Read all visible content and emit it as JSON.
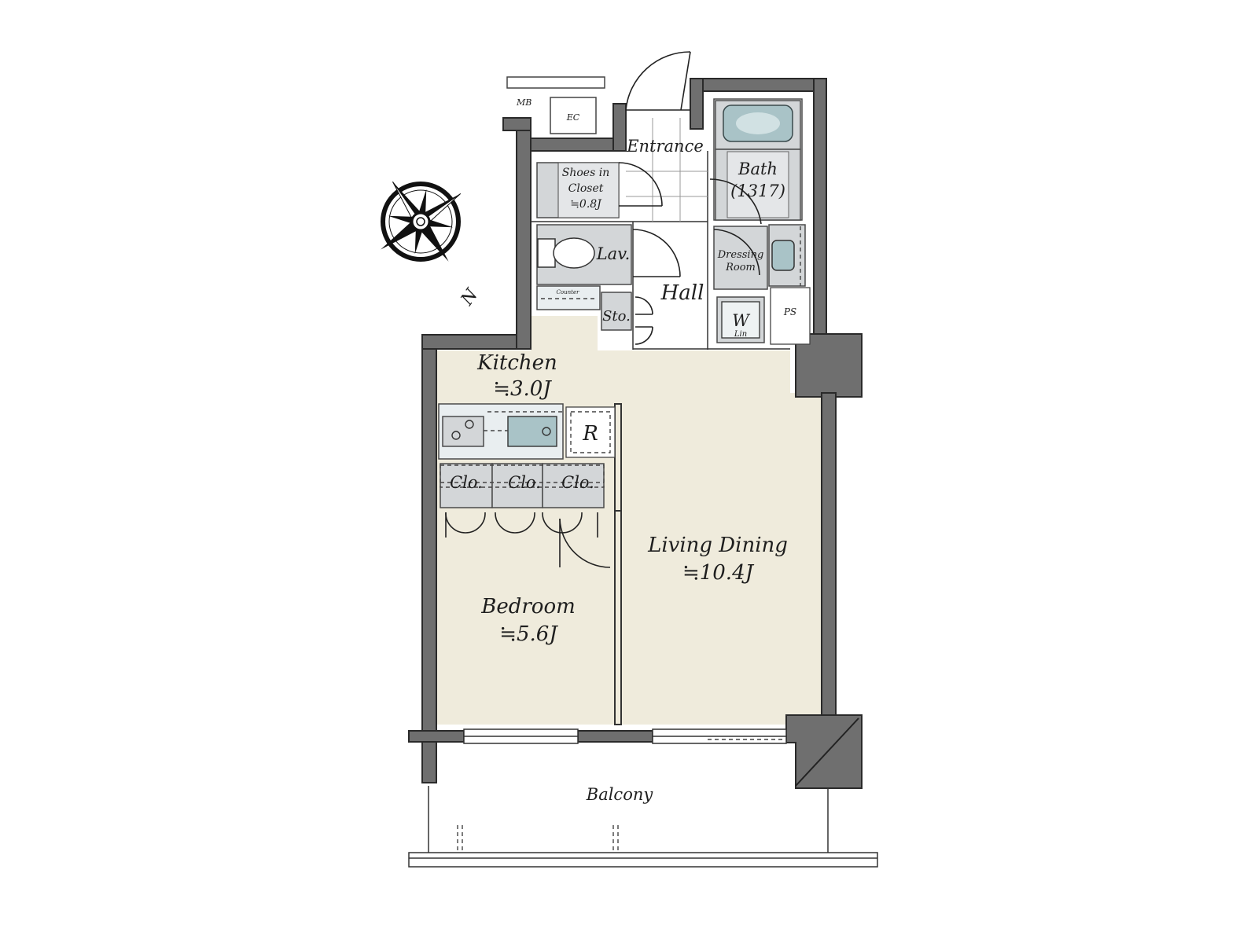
{
  "rooms": {
    "entrance": "Entrance",
    "bath": "Bath",
    "bath_size": "(1317)",
    "shoes_closet_line1": "Shoes in",
    "shoes_closet_line2": "Closet",
    "shoes_closet_size": "≒0.8J",
    "lav": "Lav.",
    "counter": "Counter",
    "hall": "Hall",
    "sto": "Sto.",
    "dressing_line1": "Dressing",
    "dressing_line2": "Room",
    "washer": "W",
    "lin": "Lin",
    "ps": "PS",
    "mb": "MB",
    "ec": "EC",
    "kitchen": "Kitchen",
    "kitchen_size": "≒3.0J",
    "refrigerator": "R",
    "closet_1": "Clo.",
    "closet_2": "Clo.",
    "closet_3": "Clo.",
    "living_dining": "Living Dining",
    "living_dining_size": "≒10.4J",
    "bedroom": "Bedroom",
    "bedroom_size": "≒5.6J",
    "balcony": "Balcony"
  },
  "compass": {
    "north_label": "N"
  },
  "colors": {
    "floor": "#efebdc",
    "wall": "#6f6f6f",
    "fixture": "#d3d6d8",
    "tub": "#a9c3c7"
  }
}
